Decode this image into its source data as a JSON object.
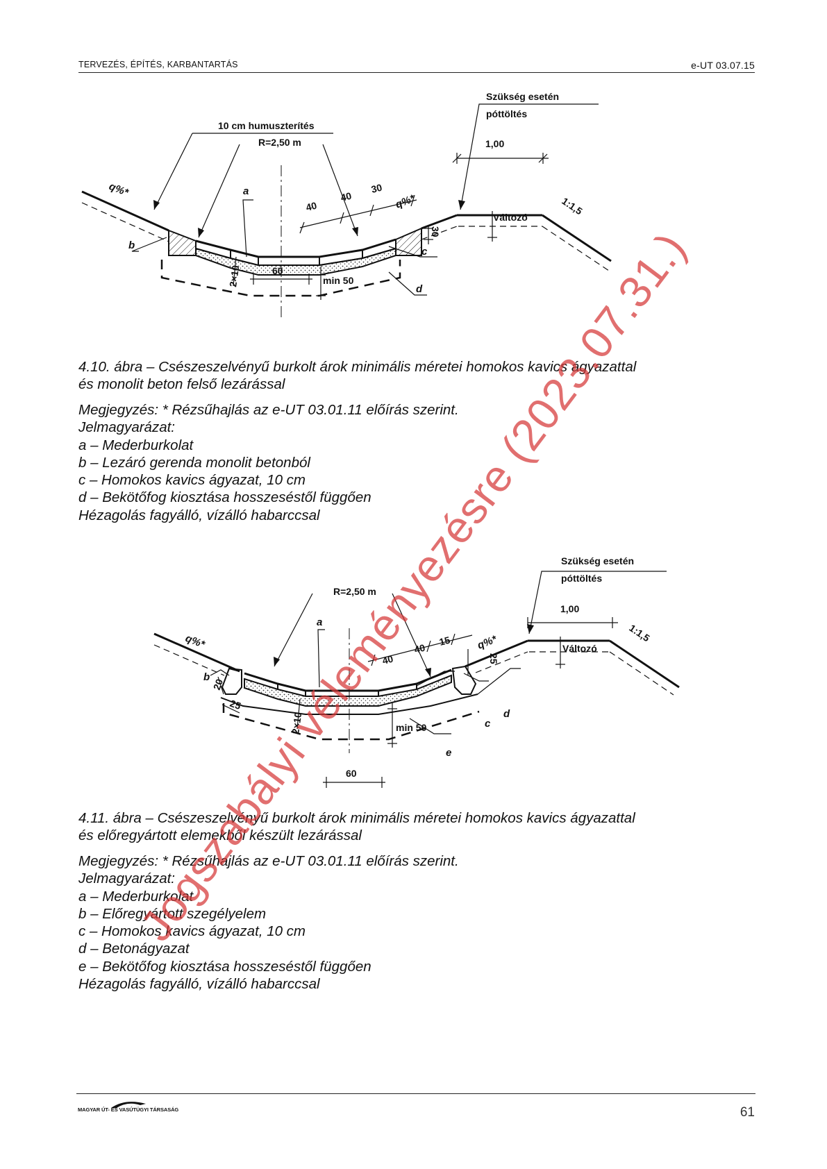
{
  "header": {
    "left": "TERVEZÉS, ÉPÍTÉS, KARBANTARTÁS",
    "right": "e-UT 03.07.15"
  },
  "figure1": {
    "labels": {
      "humusz": "10 cm humuszterítés",
      "radius": "R=2,50 m",
      "szukseg1": "Szükség esetén",
      "szukseg2": "póttöltés",
      "width": "1,00",
      "q_left": "q%*",
      "q_right": "q%*",
      "d40a": "40",
      "d40b": "40",
      "d30": "30",
      "d30v": "30",
      "slope": "1:1,5",
      "valtozo": "Változó",
      "a": "a",
      "b": "b",
      "c": "c",
      "d": "d",
      "d60": "60",
      "min50": "min 50",
      "twox10": "2×10"
    },
    "caption_line1": "4.10. ábra – Csészeszelvényű burkolt árok minimális méretei homokos kavics ágyazattal",
    "caption_line2": "és monolit beton felső lezárással",
    "notes": [
      "Megjegyzés: * Rézsűhajlás az e-UT 03.01.11 előírás szerint.",
      "Jelmagyarázat:",
      "a – Mederburkolat",
      "b – Lezáró gerenda monolit betonból",
      "c – Homokos kavics ágyazat, 10 cm",
      "d – Bekötőfog kiosztása hosszeséstől függően",
      "Hézagolás fagyálló, vízálló habarccsal"
    ]
  },
  "figure2": {
    "labels": {
      "radius": "R=2,50 m",
      "szukseg1": "Szükség esetén",
      "szukseg2": "póttöltés",
      "width": "1,00",
      "q_left": "q%*",
      "q_right": "q%*",
      "d40a": "40",
      "d40b": "40",
      "d15": "15",
      "d25r": "25",
      "d20": "20",
      "d25l": "25",
      "slope": "1:1,5",
      "valtozo": "Változó",
      "a": "a",
      "b": "b",
      "c": "c",
      "d": "d",
      "e": "e",
      "d60": "60",
      "min50": "min 50",
      "twox10": "2×10"
    },
    "caption_line1": "4.11. ábra – Csészeszelvényű burkolt árok minimális méretei homokos kavics ágyazattal",
    "caption_line2": "és előregyártott elemekből készült lezárással",
    "notes": [
      "Megjegyzés: * Rézsűhajlás az e-UT 03.01.11 előírás szerint.",
      "Jelmagyarázat:",
      "a – Mederburkolat",
      "b – Előregyártott szegélyelem",
      "c – Homokos kavics ágyazat, 10 cm",
      "d – Betonágyazat",
      "e – Bekötőfog kiosztása hosszeséstől függően",
      "Hézagolás fagyálló, vízálló habarccsal"
    ]
  },
  "footer": {
    "logo_text": "MAGYAR ÚT- ÉS VASÚTÜGYI TÁRSASÁG",
    "page_number": "61"
  },
  "watermark": {
    "text": "Jogszabályi véleményezésre (2023.07.31.)",
    "color": "#d63737"
  }
}
